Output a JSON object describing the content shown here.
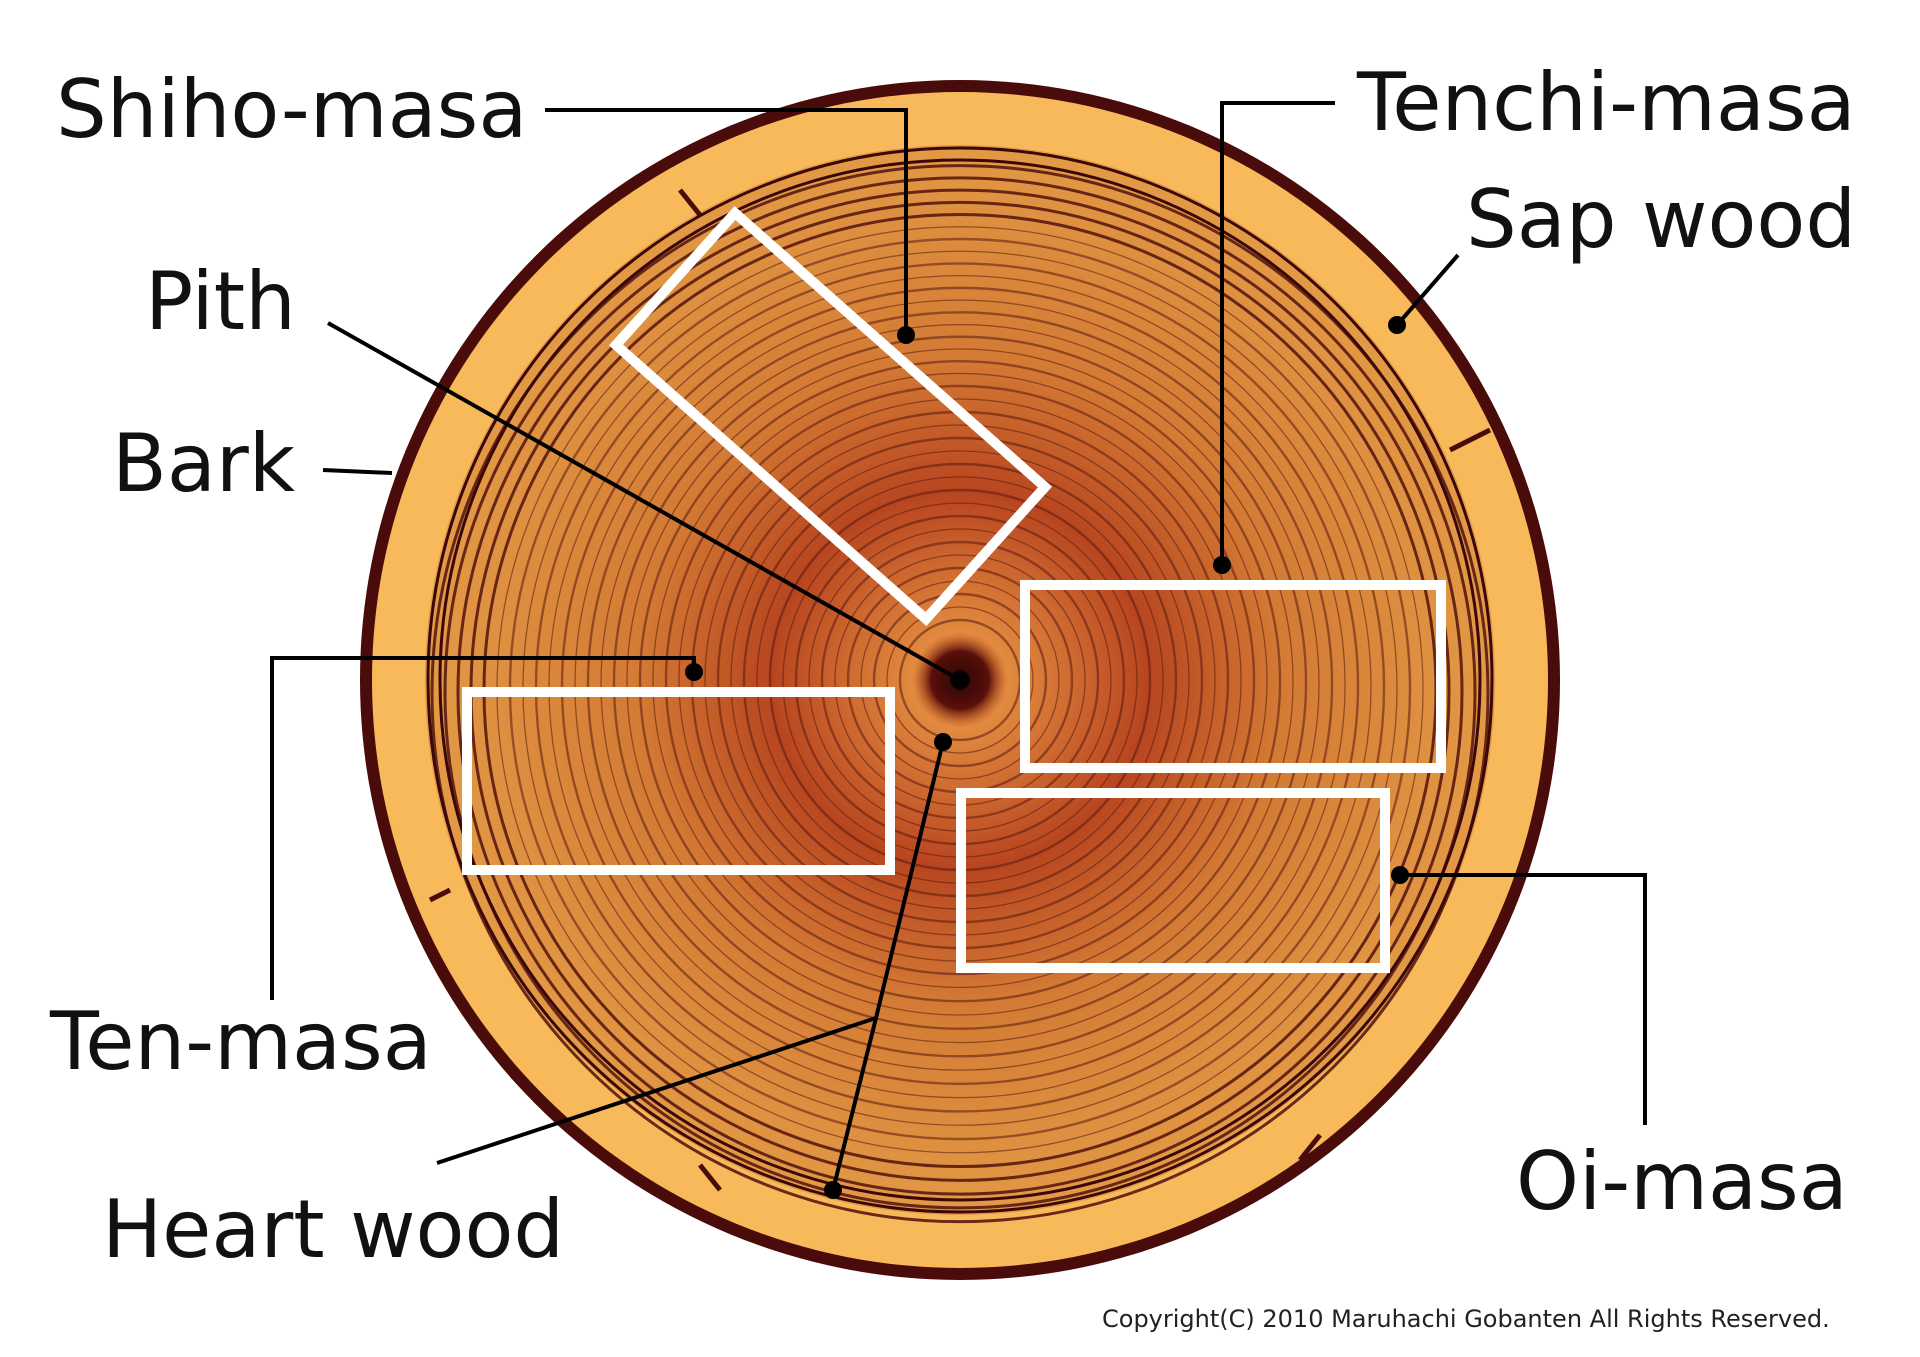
{
  "labels": {
    "shiho_masa": "Shiho-masa",
    "tenchi_masa": "Tenchi-masa",
    "sap_wood": "Sap wood",
    "pith": "Pith",
    "bark": "Bark",
    "ten_masa": "Ten-masa",
    "heart_wood": "Heart wood",
    "oi_masa": "Oi-masa"
  },
  "copyright": "Copyright(C) 2010 Maruhachi Gobanten All Rights Reserved.",
  "colors": {
    "bark": "#4a0c0a",
    "sap_wood": "#f8b95a",
    "heart_wood_outer": "#d9893a",
    "heart_wood_center": "#a83a1e",
    "ring": "#5a1a10",
    "cut_outline": "#ffffff",
    "leader": "#000000"
  }
}
